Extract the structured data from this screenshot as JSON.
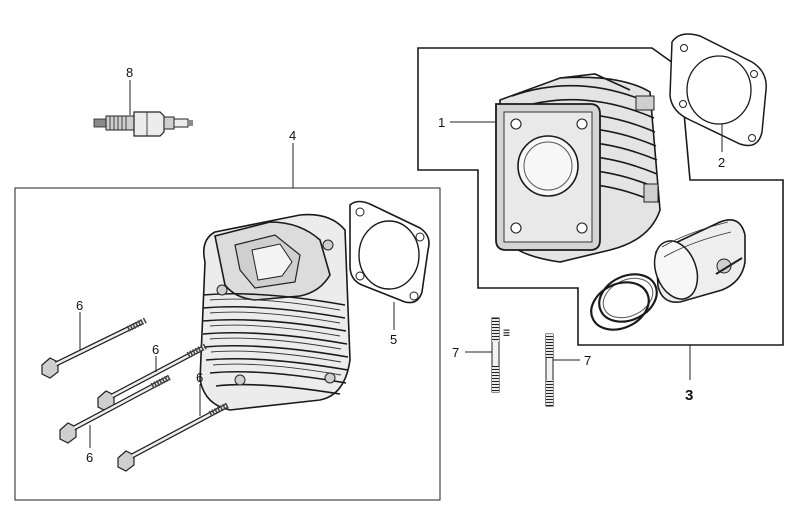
{
  "diagram": {
    "callouts": {
      "cylinder": "1",
      "cylinder_base_gasket": "2",
      "cylinder_piston_kit": "3",
      "cylinder_head": "4",
      "head_gasket": "5",
      "head_bolt_a": "6",
      "head_bolt_b": "6",
      "head_bolt_c": "6",
      "head_bolt_d": "6",
      "stud_left": "7",
      "stud_right": "7",
      "spark_plug": "8"
    }
  }
}
